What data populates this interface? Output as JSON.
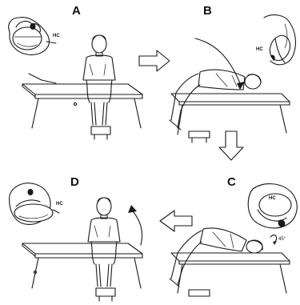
{
  "panels": {
    "a": {
      "letter": "A",
      "inset_label": "HC"
    },
    "b": {
      "letter": "B",
      "inset_label": "HC"
    },
    "c": {
      "letter": "C",
      "inset_label": "HC",
      "angle_label": "45°"
    },
    "d": {
      "letter": "D",
      "inset_label": "HC"
    }
  },
  "colors": {
    "ink": "#1a1a1a",
    "background": "#ffffff"
  },
  "icons": {
    "arrow_a_to_b": "right-arrow-icon",
    "arrow_b_to_c": "down-arrow-icon",
    "arrow_c_to_d": "left-arrow-icon"
  }
}
